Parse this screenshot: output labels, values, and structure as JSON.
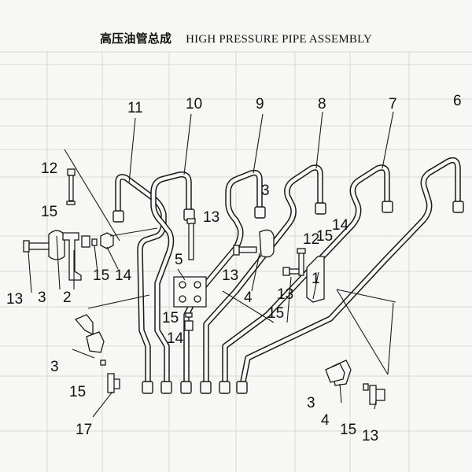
{
  "title": {
    "chinese": "高压油管总成",
    "english": "HIGH PRESSURE PIPE ASSEMBLY"
  },
  "callouts": [
    {
      "id": "c11",
      "text": "11"
    },
    {
      "id": "c10",
      "text": "10"
    },
    {
      "id": "c9",
      "text": "9"
    },
    {
      "id": "c8",
      "text": "8"
    },
    {
      "id": "c7",
      "text": "7"
    },
    {
      "id": "c6",
      "text": "6"
    },
    {
      "id": "c12a",
      "text": "12"
    },
    {
      "id": "c15a",
      "text": "15"
    },
    {
      "id": "c13a",
      "text": "13"
    },
    {
      "id": "c3a",
      "text": "3"
    },
    {
      "id": "c2",
      "text": "2"
    },
    {
      "id": "c15b",
      "text": "15"
    },
    {
      "id": "c14a",
      "text": "14"
    },
    {
      "id": "c5",
      "text": "5"
    },
    {
      "id": "c13b",
      "text": "13"
    },
    {
      "id": "c15c",
      "text": "15"
    },
    {
      "id": "c14b",
      "text": "14"
    },
    {
      "id": "c3b",
      "text": "3"
    },
    {
      "id": "c13c",
      "text": "13"
    },
    {
      "id": "c4a",
      "text": "4"
    },
    {
      "id": "c12b",
      "text": "12"
    },
    {
      "id": "c15d",
      "text": "15"
    },
    {
      "id": "c14c",
      "text": "14"
    },
    {
      "id": "c13d",
      "text": "13"
    },
    {
      "id": "c1",
      "text": "1"
    },
    {
      "id": "c15e",
      "text": "15"
    },
    {
      "id": "c3c",
      "text": "3"
    },
    {
      "id": "c15f",
      "text": "15"
    },
    {
      "id": "c17",
      "text": "17"
    },
    {
      "id": "c3d",
      "text": "3"
    },
    {
      "id": "c4b",
      "text": "4"
    },
    {
      "id": "c15g",
      "text": "15"
    },
    {
      "id": "c13e",
      "text": "13"
    }
  ]
}
